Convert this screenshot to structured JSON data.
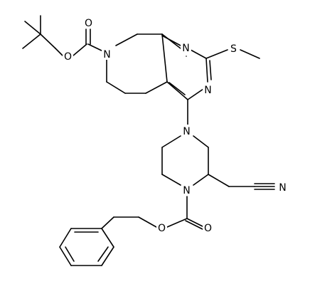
{
  "structure": {
    "atoms": {
      "carbonyl_o_top": "O",
      "ester_o_top": "O",
      "n_ring_top": "N",
      "n_pyrimidine_1": "N",
      "n_pyrimidine_2": "N",
      "s_methylthio": "S",
      "n_piperazine_4": "N",
      "n_piperazine_1": "N",
      "n_nitrile": "N",
      "ester_o_bottom": "O",
      "carbonyl_o_bottom": "O"
    }
  }
}
